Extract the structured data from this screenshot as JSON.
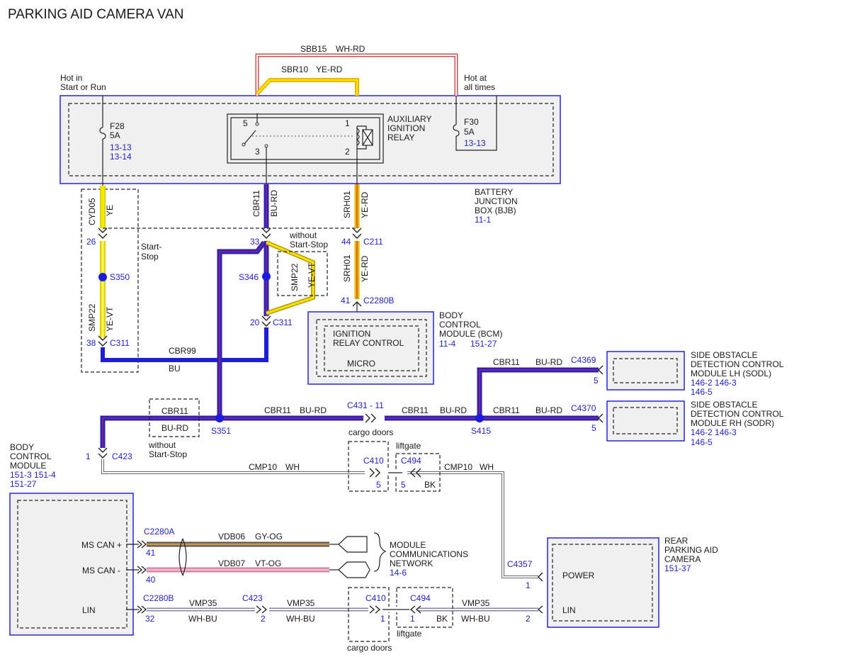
{
  "title": "PARKING AID CAMERA VAN",
  "colors": {
    "box_border": "#2727d8",
    "link_text": "#1f1fc8",
    "wire_yellow": "#f3e600",
    "wire_yellow_red": "#e8b400",
    "wire_blue_red": "#2b1fc4",
    "wire_blue": "#1e1ed6",
    "wire_white_red": "#d05050",
    "wire_gray_orange": "#8a7a5a",
    "wire_violet_orange": "#ef9ab8"
  },
  "bjb": {
    "hot_run": [
      "Hot in",
      "Start or Run"
    ],
    "hot_all": [
      "Hot at",
      "all times"
    ],
    "f28": {
      "name": "F28",
      "amps": "5A",
      "refs": [
        "13-13",
        "13-14"
      ]
    },
    "f30": {
      "name": "F30",
      "amps": "5A",
      "refs": [
        "13-13"
      ]
    },
    "relay": {
      "lines": [
        "AUXILIARY",
        "IGNITION",
        "RELAY"
      ],
      "pins": [
        "5",
        "3",
        "1",
        "2"
      ]
    },
    "label": [
      "BATTERY",
      "JUNCTION",
      "BOX (BJB)"
    ],
    "ref": "11-1"
  },
  "top_wires": [
    {
      "circuit": "SBB15",
      "color": "WH-RD"
    },
    {
      "circuit": "SBR10",
      "color": "YE-RD"
    }
  ],
  "wires": {
    "cyd05": {
      "circuit": "CYD05",
      "color": "YE"
    },
    "cbr11_top": {
      "circuit": "CBR11",
      "color": "BU-RD"
    },
    "srh01_top": {
      "circuit": "SRH01",
      "color": "YE-RD"
    },
    "srh01_low": {
      "circuit": "SRH01",
      "color": "YE-RD"
    },
    "smp22_left": {
      "circuit": "SMP22",
      "color": "YE-VT"
    },
    "smp22_mid": {
      "circuit": "SMP22",
      "color": "YE-VT"
    },
    "cbr99": {
      "circuit": "CBR99",
      "color": "BU"
    },
    "cbr11_box": {
      "circuit": "CBR11",
      "color": "BU-RD"
    },
    "cbr11_a": {
      "circuit": "CBR11",
      "color": "BU-RD"
    },
    "cbr11_b": {
      "circuit": "CBR11",
      "color": "BU-RD"
    },
    "cbr11_c": {
      "circuit": "CBR11",
      "color": "BU-RD"
    },
    "cbr11_d": {
      "circuit": "CBR11",
      "color": "BU-RD"
    },
    "cmp10_a": {
      "circuit": "CMP10",
      "color": "WH"
    },
    "cmp10_b": {
      "circuit": "CMP10",
      "color": "WH"
    },
    "vdb06": {
      "circuit": "VDB06",
      "color": "GY-OG"
    },
    "vdb07": {
      "circuit": "VDB07",
      "color": "VT-OG"
    },
    "vmp35_a": {
      "circuit": "VMP35",
      "color": "WH-BU"
    },
    "vmp35_b": {
      "circuit": "VMP35",
      "color": "WH-BU"
    },
    "vmp35_c": {
      "circuit": "VMP35",
      "color": "WH-BU"
    }
  },
  "connectors": {
    "c26": {
      "pin": "26"
    },
    "c311_38": {
      "pin": "38",
      "name": "C311"
    },
    "c33": {
      "pin": "33"
    },
    "c311_20": {
      "pin": "20",
      "name": "C311"
    },
    "c211": {
      "pin": "44",
      "name": "C211"
    },
    "c2280b_top": {
      "pin": "41",
      "name": "C2280B"
    },
    "c431": {
      "name": "C431",
      "pin": "- 11"
    },
    "c4369": {
      "name": "C4369",
      "pin": "5"
    },
    "c4370": {
      "name": "C4370",
      "pin": "5"
    },
    "c423_top": {
      "pin": "1",
      "name": "C423"
    },
    "c410_top": {
      "name": "C410",
      "pin": "5"
    },
    "c494_top": {
      "name": "C494",
      "pin": "5",
      "color": "BK"
    },
    "c2280a": {
      "name": "C2280A",
      "pin_plus": "41",
      "pin_minus": "40"
    },
    "c2280b_low": {
      "name": "C2280B",
      "pin": "32"
    },
    "c423_low": {
      "name": "C423",
      "pin": "2"
    },
    "c410_low": {
      "name": "C410",
      "pin": "1"
    },
    "c494_low": {
      "name": "C494",
      "pin": "1",
      "color": "BK"
    },
    "c4357": {
      "name": "C4357",
      "pin": "1"
    },
    "camera_lin": {
      "pin": "2"
    }
  },
  "splices": {
    "s350": "S350",
    "s346": "S346",
    "s351": "S351",
    "s415": "S415"
  },
  "notes": {
    "start_stop": [
      "Start-",
      "Stop"
    ],
    "without_ss_mid": [
      "without",
      "Start-Stop"
    ],
    "without_ss_low": [
      "without",
      "Start-Stop"
    ],
    "cargo_doors_top": "cargo doors",
    "liftgate_top": "liftgate",
    "cargo_doors_low": "cargo doors",
    "liftgate_low": "liftgate"
  },
  "bcm_top": {
    "inner": [
      "IGNITION",
      "RELAY CONTROL"
    ],
    "micro": "MICRO",
    "label": [
      "BODY",
      "CONTROL",
      "MODULE (BCM)"
    ],
    "refs": [
      "11-4",
      "151-27"
    ]
  },
  "sodl": {
    "label": [
      "SIDE OBSTACLE",
      "DETECTION CONTROL",
      "MODULE LH (SODL)"
    ],
    "refs": [
      "146-2  146-3",
      "146-5"
    ]
  },
  "sodr": {
    "label": [
      "SIDE OBSTACLE",
      "DETECTION CONTROL",
      "MODULE RH (SODR)"
    ],
    "refs": [
      "146-2  146-3",
      "146-5"
    ]
  },
  "bcm_left": {
    "label": [
      "BODY",
      "CONTROL",
      "MODULE"
    ],
    "refs": [
      "151-3  151-4",
      "151-27"
    ],
    "pins": [
      "MS CAN +",
      "MS CAN -",
      "LIN"
    ]
  },
  "network": {
    "label": [
      "MODULE",
      "COMMUNICATIONS",
      "NETWORK"
    ],
    "ref": "14-6"
  },
  "camera": {
    "label": [
      "REAR",
      "PARKING AID",
      "CAMERA"
    ],
    "ref": "151-37",
    "pins": [
      "POWER",
      "LIN"
    ]
  }
}
